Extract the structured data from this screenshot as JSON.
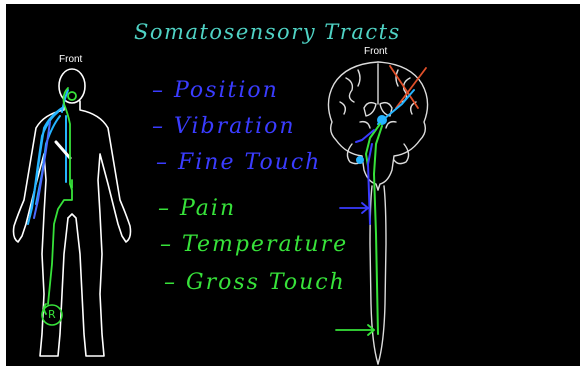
{
  "title": "Somatosensory Tracts",
  "body_label": "Front",
  "brain_label": "Front",
  "marker_label": "R",
  "dorsal_column_items": [
    "– Position",
    "– Vibration",
    "– Fine Touch"
  ],
  "spinothalamic_items": [
    "– Pain",
    "– Temperature",
    "– Gross Touch"
  ],
  "colors": {
    "background": "#000000",
    "title": "#4fd2c4",
    "dorsal_column": "#3a3cff",
    "spinothalamic": "#37e23a",
    "outline": "#ffffff",
    "highlight": "#25b4ff",
    "cross_out": "#e0502a"
  }
}
